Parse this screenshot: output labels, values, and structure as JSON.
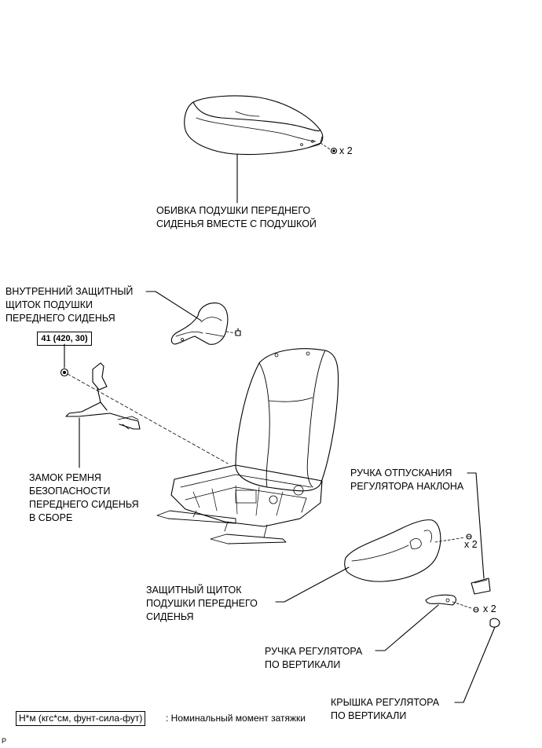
{
  "labels": {
    "cushion_cover": [
      "ОБИВКА ПОДУШКИ ПЕРЕДНЕГО",
      "СИДЕНЬЯ ВМЕСТЕ С ПОДУШКОЙ"
    ],
    "inner_shield": [
      "ВНУТРЕННИЙ ЗАЩИТНЫЙ",
      "ЩИТОК ПОДУШКИ",
      "ПЕРЕДНЕГО СИДЕНЬЯ"
    ],
    "seatbelt_buckle": [
      "ЗАМОК РЕМНЯ",
      "БЕЗОПАСНОСТИ",
      "ПЕРЕДНЕГО СИДЕНЬЯ",
      "В СБОРЕ"
    ],
    "recliner_handle": [
      "РУЧКА ОТПУСКАНИЯ",
      "РЕГУЛЯТОРА НАКЛОНА"
    ],
    "outer_shield": [
      "ЗАЩИТНЫЙ ЩИТОК",
      "ПОДУШКИ ПЕРЕДНЕГО",
      "СИДЕНЬЯ"
    ],
    "vertical_handle": [
      "РУЧКА РЕГУЛЯТОРА",
      "ПО ВЕРТИКАЛИ"
    ],
    "vertical_cover": [
      "КРЫШКА РЕГУЛЯТОРА",
      "ПО ВЕРТИКАЛИ"
    ]
  },
  "quantities": {
    "clip_cushion": "x 2",
    "screw_outer_shield": "x 2",
    "screw_vertical_handle": "x 2"
  },
  "torque_spec": "41 (420, 30)",
  "legend": {
    "units": "Н*м (кгс*см, фунт-сила-фут)",
    "description": ": Номинальный момент затяжки"
  },
  "figure_code": "P"
}
